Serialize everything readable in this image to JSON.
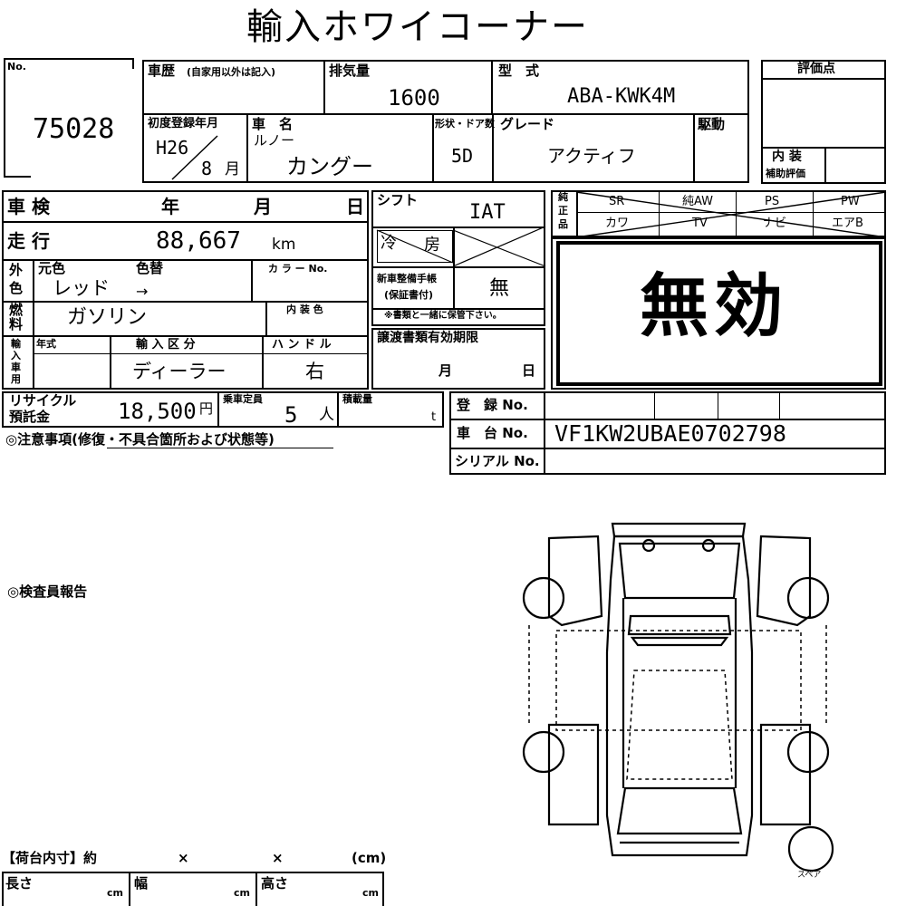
{
  "title": "輸入ホワイコーナー",
  "number": {
    "label": "No.",
    "value": "75028"
  },
  "history": {
    "label": "車歴",
    "note": "(自家用以外は記入)",
    "value": ""
  },
  "displacement": {
    "label": "排気量",
    "value": "1600"
  },
  "model": {
    "label": "型　式",
    "value": "ABA-KWK4M"
  },
  "score": {
    "label": "評価点",
    "interior": "内 装",
    "aux": "補助評価"
  },
  "first_reg": {
    "label": "初度登録年月",
    "year": "H26",
    "month": "8",
    "month_unit": "月"
  },
  "car_name": {
    "label": "車　名",
    "maker": "ルノー",
    "name": "カングー"
  },
  "doors": {
    "label": "形状・ドア数",
    "value": "5D"
  },
  "grade": {
    "label": "グレード",
    "value": "アクティフ"
  },
  "drive": {
    "label": "駆動",
    "value": ""
  },
  "inspection": {
    "label": "車 検",
    "year": "年",
    "month": "月",
    "day": "日"
  },
  "mileage": {
    "label": "走 行",
    "value": "88,667",
    "unit": "km"
  },
  "color": {
    "outer1": "外",
    "outer2": "色",
    "orig_label": "元色",
    "change_label": "色替",
    "orig": "レッド",
    "arrow": "→",
    "code_label": "カ ラ ー No."
  },
  "fuel": {
    "label1": "燃",
    "label2": "料",
    "value": "ガソリン",
    "interior_label": "内 装 色"
  },
  "import": {
    "label": [
      "輸",
      "入",
      "車",
      "用"
    ],
    "year_label": "年式",
    "type_label": "輸 入 区 分",
    "type_value": "ディーラー",
    "handle_label": "ハ ン ド ル",
    "handle_value": "右"
  },
  "shift": {
    "label": "シフト",
    "value": "IAT"
  },
  "aircon": {
    "label1": "冷",
    "label2": "房"
  },
  "manual": {
    "label1": "新車整備手帳",
    "label2": "(保証書付)",
    "value": "無",
    "note": "※書類と一緒に保管下さい。"
  },
  "transfer": {
    "label": "譲渡書類有効期限",
    "month": "月",
    "day": "日"
  },
  "equipment": {
    "side": [
      "純",
      "正",
      "品"
    ],
    "row1": [
      "SR",
      "純AW",
      "PS",
      "PW"
    ],
    "row2": [
      "カワ",
      "TV",
      "ナビ",
      "エアB"
    ]
  },
  "stamp": "無効",
  "recycle": {
    "label1": "リサイクル",
    "label2": "預託金",
    "value": "18,500",
    "unit": "円"
  },
  "capacity": {
    "label": "乗車定員",
    "value": "5",
    "unit": "人"
  },
  "load": {
    "label": "積載量",
    "unit": "t"
  },
  "registration": {
    "label": "登　録 No.",
    "value": ""
  },
  "chassis": {
    "label": "車　台 No.",
    "value": "VF1KW2UBAE0702798"
  },
  "serial": {
    "label": "シリアル No.",
    "value": ""
  },
  "notes_heading": "◎注意事項(修復・不具合箇所および状態等)",
  "inspector_heading": "◎検査員報告",
  "cargo": {
    "heading": "【荷台内寸】約",
    "x1": "×",
    "x2": "×",
    "cm": "(cm)",
    "length": "長さ",
    "width": "幅",
    "height": "高さ",
    "unit": "cm"
  },
  "spare": "スペア"
}
